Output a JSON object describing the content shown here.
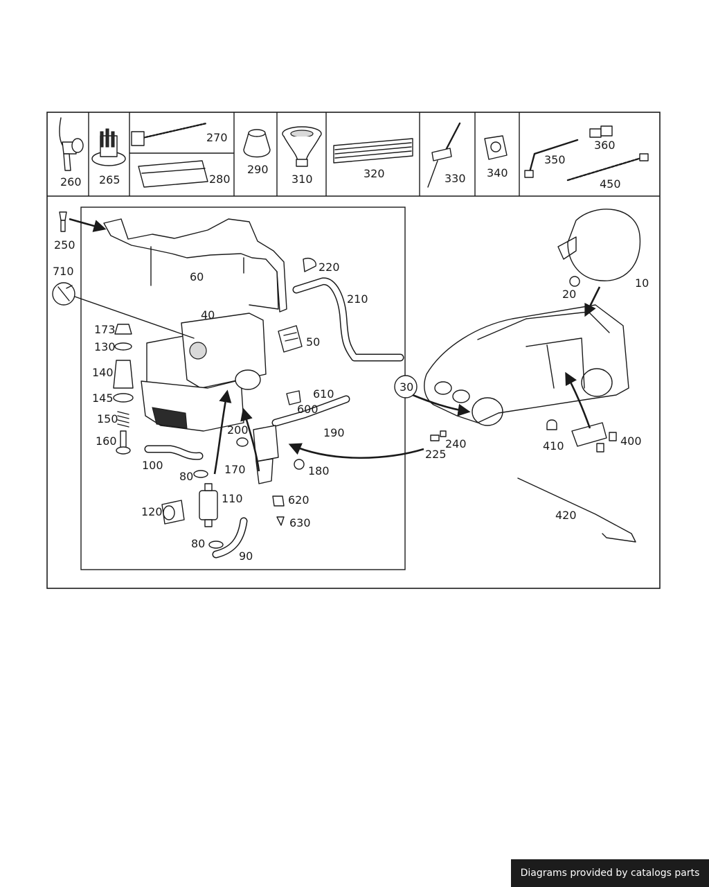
{
  "labels": {
    "p260": "260",
    "p265": "265",
    "p270": "270",
    "p280": "280",
    "p290": "290",
    "p310": "310",
    "p320": "320",
    "p330": "330",
    "p340": "340",
    "p350": "350",
    "p360": "360",
    "p450": "450",
    "p250": "250",
    "p710": "710",
    "p60": "60",
    "p220": "220",
    "p210": "210",
    "p40": "40",
    "p50": "50",
    "p173": "173",
    "p130": "130",
    "p140": "140",
    "p145": "145",
    "p150": "150",
    "p160": "160",
    "p610": "610",
    "p600": "600",
    "p190": "190",
    "p200": "200",
    "p100": "100",
    "p80a": "80",
    "p170": "170",
    "p180": "180",
    "p110": "110",
    "p620": "620",
    "p630": "630",
    "p120": "120",
    "p80b": "80",
    "p90": "90",
    "p30": "30",
    "p10": "10",
    "p20": "20",
    "p225": "225",
    "p240": "240",
    "p410": "410",
    "p400": "400",
    "p420": "420"
  },
  "footer": {
    "text": "Diagrams provided by catalogs parts"
  }
}
